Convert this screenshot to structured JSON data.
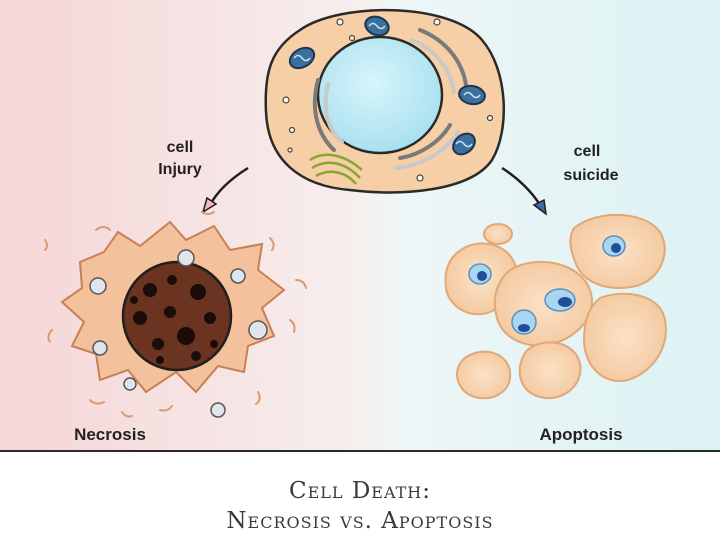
{
  "labels": {
    "injury_line1": "cell",
    "injury_line2": "Injury",
    "suicide_line1": "cell",
    "suicide_line2": "suicide",
    "necrosis": "Necrosis",
    "apoptosis": "Apoptosis"
  },
  "caption": {
    "line1": "Cell Death:",
    "line2": "Necrosis vs. Apoptosis"
  },
  "colors": {
    "left_background": "#f6d8d8",
    "right_background": "#dff3f3",
    "cytoplasm": "#f6cfa6",
    "cell_outline": "#2a2a2a",
    "nucleus": "#bfeaf5",
    "mitochondria": "#3b6f9e",
    "necrotic_nucleus": "#2b1a14",
    "blebs": "#f5d3b0"
  },
  "icons": [
    "arrow-down-left-icon",
    "arrow-down-right-icon"
  ]
}
